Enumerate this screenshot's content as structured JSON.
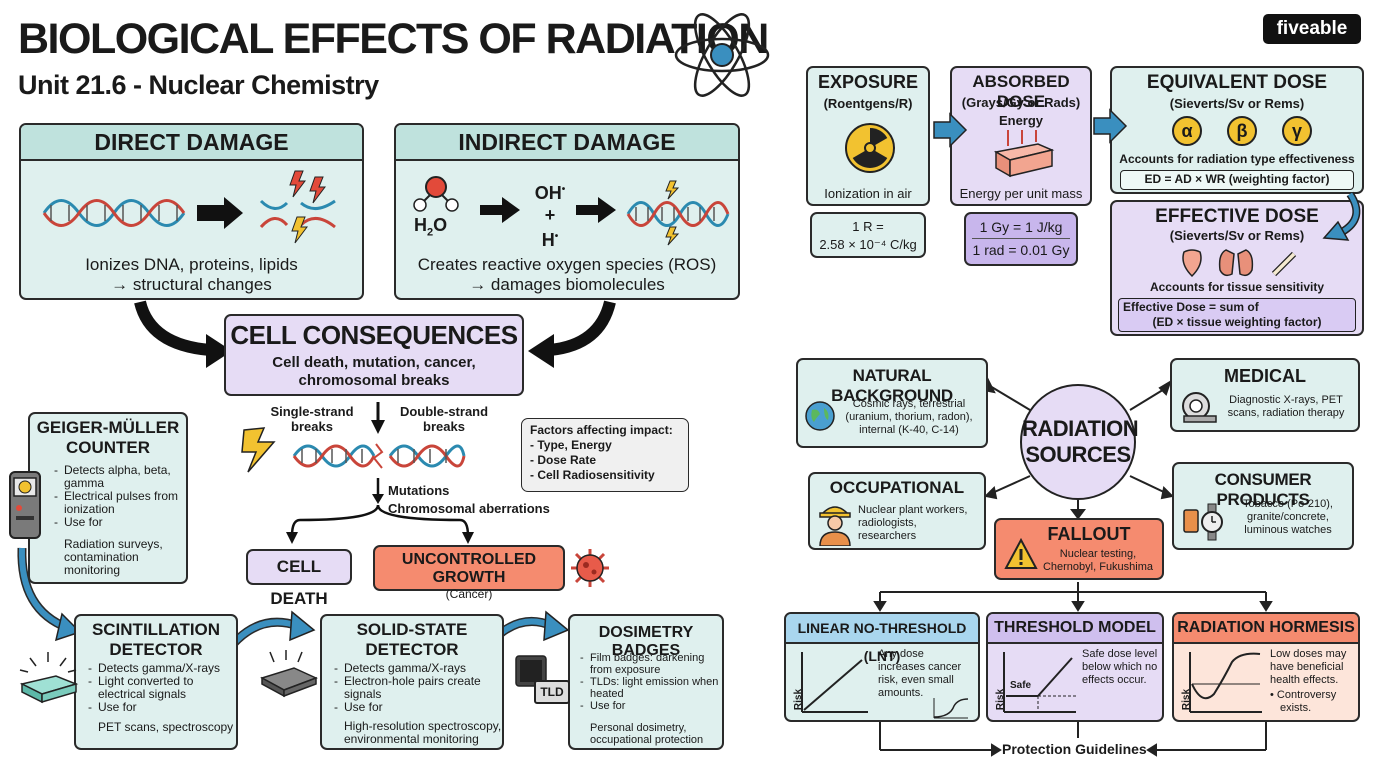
{
  "header": {
    "title": "BIOLOGICAL EFFECTS OF RADIATION",
    "subtitle": "Unit 21.6 - Nuclear Chemistry",
    "brand": "fiveable"
  },
  "damage": {
    "direct": {
      "title": "DIRECT DAMAGE",
      "line1": "Ionizes DNA, proteins, lipids",
      "line2": "→ structural changes"
    },
    "indirect": {
      "title": "INDIRECT DAMAGE",
      "water": "H",
      "water_sub": "2",
      "water_end": "O",
      "oh": "OH",
      "plus": "+",
      "h": "H",
      "line1": "Creates reactive oxygen species (ROS)",
      "line2": "→ damages biomolecules"
    }
  },
  "cell": {
    "title": "CELL CONSEQUENCES",
    "line1": "Cell death, mutation, cancer,",
    "line2": "chromosomal breaks",
    "single_1": "Single-strand",
    "single_2": "breaks",
    "double_1": "Double-strand",
    "double_2": "breaks",
    "mutations": "Mutations",
    "aberrations": "Chromosomal aberrations",
    "death": "CELL DEATH",
    "growth": "UNCONTROLLED GROWTH",
    "cancer": "(Cancer)"
  },
  "factors": {
    "title": "Factors affecting impact:",
    "items": [
      "- Type, Energy",
      "- Dose Rate",
      "- Cell Radiosensitivity"
    ]
  },
  "detectors": {
    "geiger": {
      "title1": "GEIGER-MÜLLER",
      "title2": "COUNTER",
      "items": [
        "Detects alpha, beta, gamma",
        "Electrical pulses from ionization",
        "Use for"
      ],
      "sub": [
        "Radiation surveys,",
        "contamination",
        "monitoring"
      ]
    },
    "scint": {
      "title1": "SCINTILLATION",
      "title2": "DETECTOR",
      "items": [
        "Detects gamma/X-rays",
        "Light converted to electrical signals",
        "Use for"
      ],
      "sub": [
        "PET scans, spectroscopy"
      ]
    },
    "solid": {
      "title1": "SOLID-STATE",
      "title2": "DETECTOR",
      "items": [
        "Detects gamma/X-rays",
        "Electron-hole pairs create signals",
        "Use for"
      ],
      "sub": [
        "High-resolution spectroscopy,",
        "environmental monitoring"
      ]
    },
    "badges": {
      "title": "DOSIMETRY BADGES",
      "items": [
        "Film badges: darkening from exposure",
        "TLDs: light emission when heated",
        "Use for"
      ],
      "sub": [
        "Personal dosimetry,",
        "occupational protection"
      ],
      "tld": "TLD"
    }
  },
  "dose": {
    "exposure": {
      "title": "EXPOSURE",
      "unit": "(Roentgens/R)",
      "caption": "Ionization in air",
      "conv1": "1 R =",
      "conv2": "2.58 × 10⁻⁴ C/kg"
    },
    "absorbed": {
      "title": "ABSORBED DOSE",
      "unit": "(Grays/Gy or Rads)",
      "energy": "Energy",
      "caption": "Energy per unit mass",
      "conv1": "1 Gy = 1 J/kg",
      "conv2": "1 rad = 0.01 Gy"
    },
    "equivalent": {
      "title": "EQUIVALENT DOSE",
      "unit": "(Sieverts/Sv or Rems)",
      "alpha": "α",
      "beta": "β",
      "gamma": "γ",
      "caption": "Accounts for radiation type effectiveness",
      "formula": "ED = AD × WR (weighting factor)"
    },
    "effective": {
      "title": "EFFECTIVE DOSE",
      "unit": "(Sieverts/Sv or Rems)",
      "caption": "Accounts for tissue sensitivity",
      "formula1": "Effective Dose = sum of",
      "formula2": "(ED × tissue weighting factor)"
    }
  },
  "sources": {
    "center1": "RADIATION",
    "center2": "SOURCES",
    "natural": {
      "title": "NATURAL BACKGROUND",
      "lines": [
        "Cosmic rays, terrestrial",
        "(uranium, thorium, radon),",
        "internal (K-40, C-14)"
      ]
    },
    "medical": {
      "title": "MEDICAL",
      "lines": [
        "Diagnostic X-rays, PET",
        "scans, radiation therapy"
      ]
    },
    "occupational": {
      "title": "OCCUPATIONAL",
      "lines": [
        "Nuclear plant workers,",
        "radiologists,",
        "researchers"
      ]
    },
    "consumer": {
      "title": "CONSUMER PRODUCTS",
      "lines": [
        "Tobacco (Po-210),",
        "granite/concrete,",
        "luminous watches"
      ]
    },
    "fallout": {
      "title": "FALLOUT",
      "lines": [
        "Nuclear testing,",
        "Chernobyl, Fukushima"
      ]
    }
  },
  "models": {
    "lnt": {
      "title": "LINEAR NO-THRESHOLD (LNT)",
      "axis": "Risk",
      "lines": [
        "Any dose",
        "increases cancer",
        "risk, even small",
        "amounts."
      ]
    },
    "threshold": {
      "title": "THRESHOLD MODEL",
      "axis": "Risk",
      "safe": "Safe",
      "lines": [
        "Safe dose level",
        "below which no",
        "effects occur."
      ]
    },
    "hormesis": {
      "title": "RADIATION HORMESIS",
      "axis": "Risk",
      "lines": [
        "Low doses may",
        "have beneficial",
        "health effects."
      ],
      "bullet": "Controversy",
      "bullet2": "exists."
    },
    "footer": "Protection Guidelines"
  },
  "colors": {
    "teal": "#dff0ee",
    "purple": "#e6dcf5",
    "orange": "#f58b6f",
    "arrow_blue": "#3a8fbf"
  }
}
